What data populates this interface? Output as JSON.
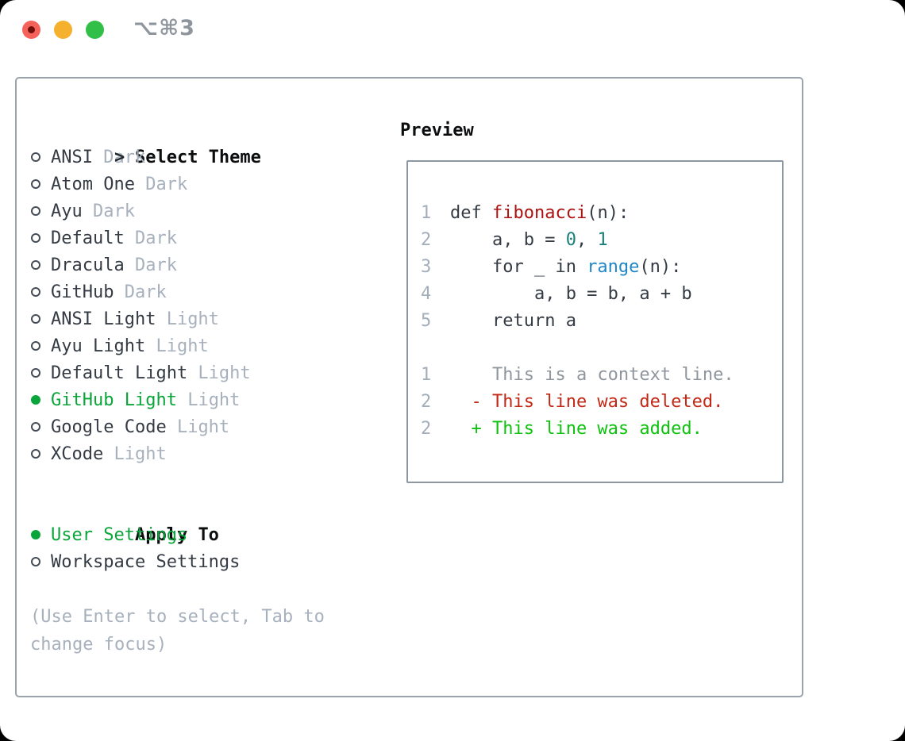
{
  "window": {
    "title_shortcut": "⌥⌘3",
    "traffic_lights": [
      {
        "name": "close-button",
        "color": "#f4625a"
      },
      {
        "name": "minimize-button",
        "color": "#f5b02d"
      },
      {
        "name": "zoom-button",
        "color": "#31bf47"
      }
    ]
  },
  "theme_picker": {
    "prompt": ">",
    "title": "Select Theme",
    "items": [
      {
        "name": "ANSI",
        "variant": "Dark",
        "selected": false
      },
      {
        "name": "Atom One",
        "variant": "Dark",
        "selected": false
      },
      {
        "name": "Ayu",
        "variant": "Dark",
        "selected": false
      },
      {
        "name": "Default",
        "variant": "Dark",
        "selected": false
      },
      {
        "name": "Dracula",
        "variant": "Dark",
        "selected": false
      },
      {
        "name": "GitHub",
        "variant": "Dark",
        "selected": false
      },
      {
        "name": "ANSI Light",
        "variant": "Light",
        "selected": false
      },
      {
        "name": "Ayu Light",
        "variant": "Light",
        "selected": false
      },
      {
        "name": "Default Light",
        "variant": "Light",
        "selected": false
      },
      {
        "name": "GitHub Light",
        "variant": "Light",
        "selected": true
      },
      {
        "name": "Google Code",
        "variant": "Light",
        "selected": false
      },
      {
        "name": "XCode",
        "variant": "Light",
        "selected": false
      }
    ]
  },
  "apply_to": {
    "title": "Apply To",
    "options": [
      {
        "label": "User Settings",
        "selected": true
      },
      {
        "label": "Workspace Settings",
        "selected": false
      }
    ]
  },
  "help_text": "(Use Enter to select, Tab to change focus)",
  "preview": {
    "title": "Preview",
    "lines": [
      {
        "num": "1",
        "segments": [
          {
            "t": "def ",
            "c": "plain"
          },
          {
            "t": "fibonacci",
            "c": "func"
          },
          {
            "t": "(n):",
            "c": "plain"
          }
        ]
      },
      {
        "num": "2",
        "segments": [
          {
            "t": "    a, b = ",
            "c": "plain"
          },
          {
            "t": "0",
            "c": "number"
          },
          {
            "t": ", ",
            "c": "plain"
          },
          {
            "t": "1",
            "c": "number"
          }
        ]
      },
      {
        "num": "3",
        "segments": [
          {
            "t": "    for _ in ",
            "c": "plain"
          },
          {
            "t": "range",
            "c": "call"
          },
          {
            "t": "(n):",
            "c": "plain"
          }
        ]
      },
      {
        "num": "4",
        "segments": [
          {
            "t": "        a, b = b, a + b",
            "c": "plain"
          }
        ]
      },
      {
        "num": "5",
        "segments": [
          {
            "t": "    return a",
            "c": "plain"
          }
        ]
      },
      {
        "num": "",
        "segments": []
      },
      {
        "num": "1",
        "segments": [
          {
            "t": "    This is a context line.",
            "c": "context"
          }
        ]
      },
      {
        "num": "2",
        "segments": [
          {
            "t": "  - This line was deleted.",
            "c": "deleted"
          }
        ]
      },
      {
        "num": "2",
        "segments": [
          {
            "t": "  + This line was added.",
            "c": "added"
          }
        ]
      }
    ]
  },
  "colors": {
    "text_dark": "#343b44",
    "text_black": "#0b0d0f",
    "muted_gray": "#a7b1bd",
    "selection_green": "#0aa53a",
    "added_green": "#0dc20d",
    "deleted_red": "#c32815",
    "function_red": "#ac1210",
    "call_blue": "#1f87c5",
    "number_teal": "#1a7f7b",
    "context_gray": "#8f969e",
    "line_number_gray": "#a4aeba",
    "panel_border": "#9aa3ad",
    "preview_border": "#8d97a1",
    "titlebar_text": "#8e959d",
    "traffic_red": "#f4625a",
    "traffic_yellow": "#f5b02d",
    "traffic_green": "#31bf47"
  }
}
